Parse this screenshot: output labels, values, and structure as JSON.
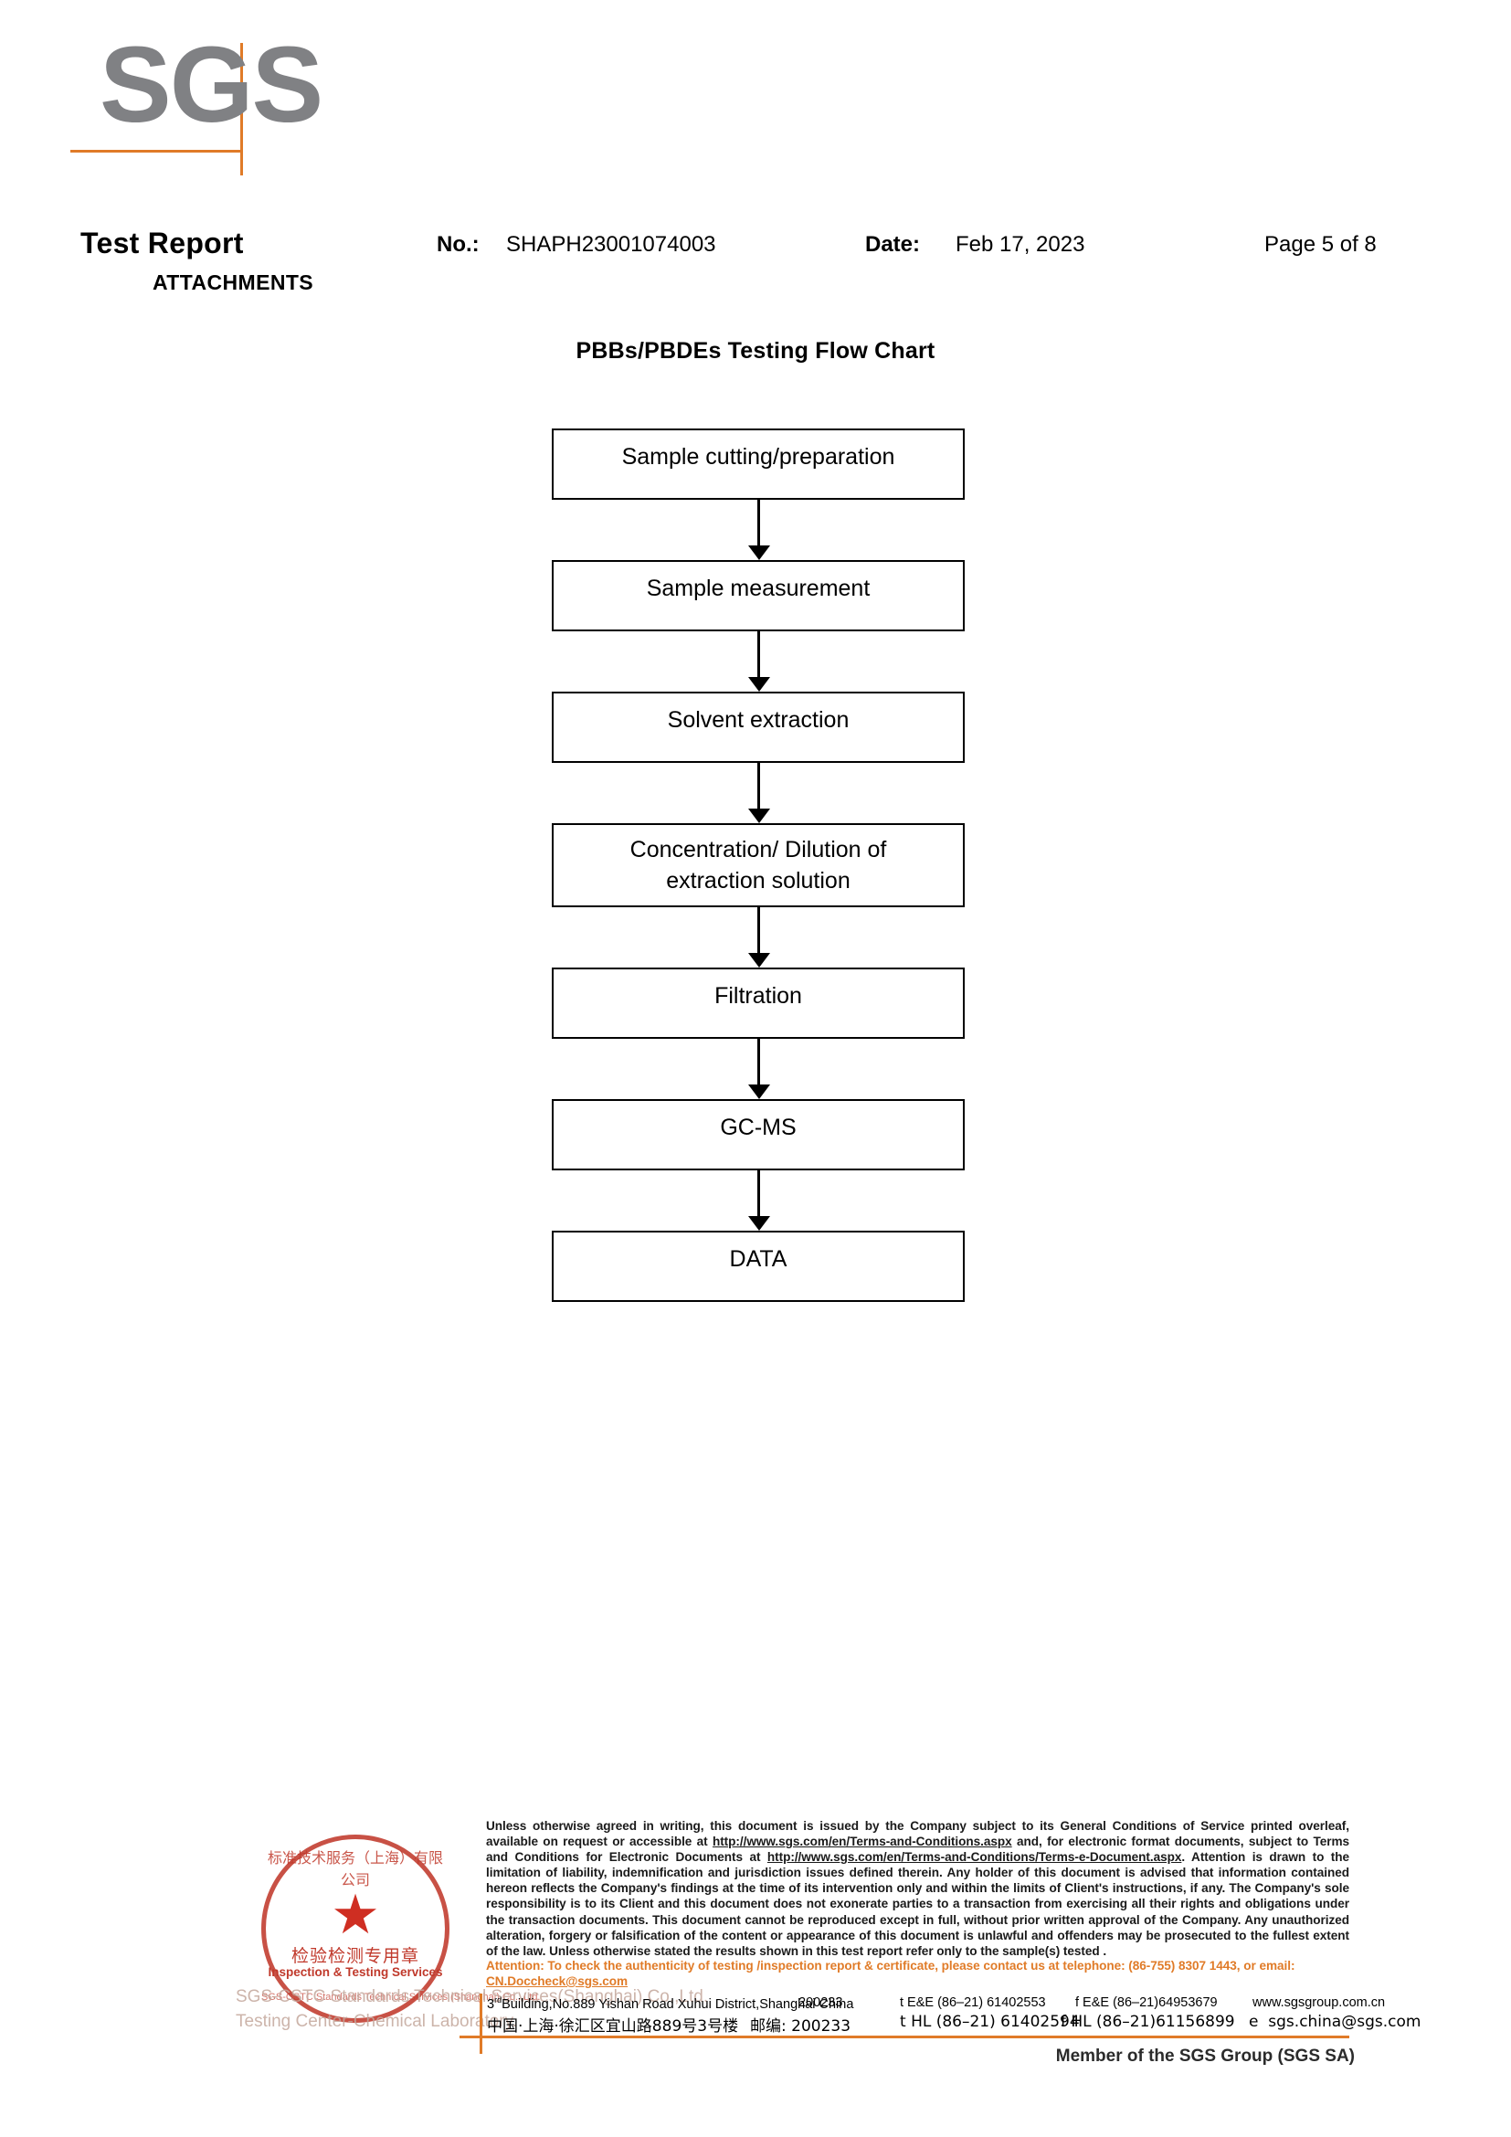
{
  "document": {
    "logo_text": "SGS",
    "report_title": "Test Report",
    "attachments_label": "ATTACHMENTS",
    "no_label": "No.:",
    "no_value": "SHAPH23001074003",
    "date_label": "Date:",
    "date_value": "Feb 17, 2023",
    "page_label": "Page 5 of 8"
  },
  "flowchart": {
    "title": "PBBs/PBDEs Testing Flow Chart",
    "steps": [
      {
        "label": "Sample cutting/preparation"
      },
      {
        "label": "Sample measurement"
      },
      {
        "label": "Solvent extraction"
      },
      {
        "label": "Concentration/ Dilution of",
        "label2": "extraction solution"
      },
      {
        "label": "Filtration"
      },
      {
        "label": "GC-MS"
      },
      {
        "label": "DATA"
      }
    ]
  },
  "stamp": {
    "arc_top": "标准技术服务（上海）有限公司",
    "star": "★",
    "cn_text": "检验检测专用章",
    "en_text": "Inspection & Testing Services",
    "arc_bottom": "SGS-CSTC Standards Technical Services (Shanghai) Co., Ltd.",
    "faded_line_1": "SGS-CSTC Standards Technical Services(Shanghai) Co.,Ltd.",
    "faded_line_2": "Testing Center-Chemical Laboratory."
  },
  "footer": {
    "legal_part_1": "Unless otherwise agreed in writing, this document is issued by the Company subject to its General Conditions of Service printed overleaf, available on request or accessible at ",
    "legal_url_1": "http://www.sgs.com/en/Terms-and-Conditions.aspx",
    "legal_part_2": " and, for electronic format documents, subject to Terms and Conditions for Electronic Documents at ",
    "legal_url_2": "http://www.sgs.com/en/Terms-and-Conditions/Terms-e-Document.aspx",
    "legal_part_3": ". Attention is drawn to the limitation of liability, indemnification and jurisdiction issues defined therein. Any holder of this document is advised that information contained hereon reflects the Company's findings at the time of its intervention only and within the limits of Client's instructions, if any. The Company's sole responsibility is to its Client and this document does not exonerate parties to a transaction from exercising all their rights and obligations under the transaction documents. This document cannot be reproduced except in full, without prior written approval of the Company. Any unauthorized alteration, forgery or falsification of the content or appearance of this document is unlawful and offenders may be prosecuted to the fullest extent of the law. Unless otherwise stated the results shown in this test report refer only to the sample(s) tested .",
    "attention_part_1": "Attention: To check the authenticity of testing /inspection report & certificate, please contact us at telephone: (86-755) 8307 1443, or email: ",
    "attention_email": "CN.Doccheck@sgs.com",
    "address_en_main": "Building,No.889 Yishan Road Xuhui District,Shanghai China",
    "address_en_prefix": "3",
    "address_en_sup": "rd",
    "address_en_zip": "200233",
    "address_cn_main": "中国·上海·徐汇区宜山路889号3号楼",
    "address_cn_zip_label": "邮编: 200233",
    "tel_ee": "t E&E (86–21) 61402553",
    "fax_ee": "f E&E (86–21)64953679",
    "tel_hl": "t HL (86–21) 61402594",
    "fax_hl": "f HL (86–21)61156899",
    "website": "www.sgsgroup.com.cn",
    "email_prefix": "e",
    "email": "sgs.china@sgs.com",
    "member_line": "Member of the SGS Group (SGS SA)"
  },
  "colors": {
    "brand_orange": "#e07b28",
    "logo_gray": "#808184",
    "stamp_red": "#c0392b"
  }
}
